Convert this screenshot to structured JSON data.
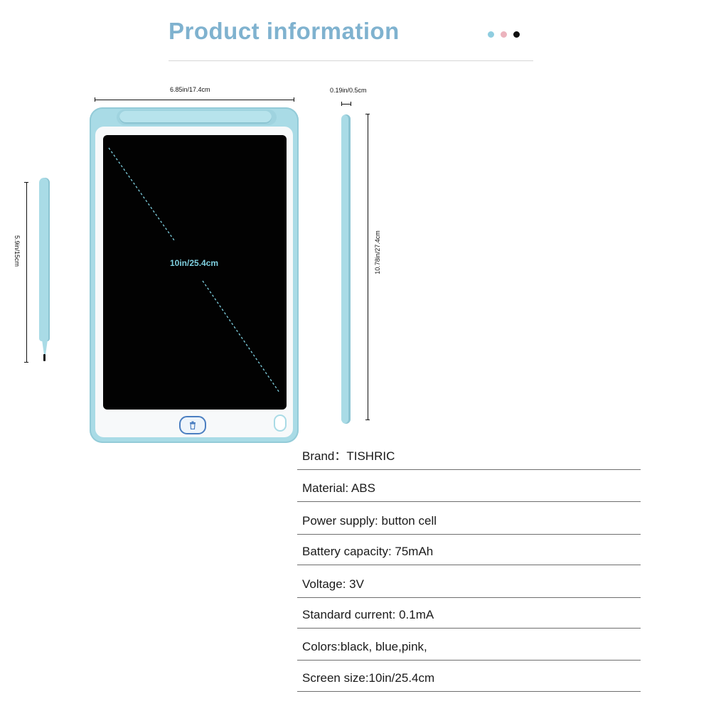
{
  "header": {
    "title": "Product information",
    "color_dots": [
      "#8fcde0",
      "#ecb3bd",
      "#111111"
    ]
  },
  "dimensions": {
    "width_label": "6.85in/17.4cm",
    "thickness_label": "0.19in/0.5cm",
    "height_label": "10.78in/27.4cm",
    "diagonal_label": "10in/25.4cm",
    "stylus_label": "5.9in/15cm"
  },
  "colors": {
    "accent": "#7fb2cf",
    "tablet_body": "#a9dbe6",
    "screen": "#020202"
  },
  "specs": [
    "Brand：TISHRIC",
    "Material: ABS",
    "Power supply: button cell",
    "Battery capacity: 75mAh",
    "Voltage: 3V",
    "Standard current: 0.1mA",
    "Colors:black, blue,pink,",
    "Screen size:10in/25.4cm"
  ]
}
